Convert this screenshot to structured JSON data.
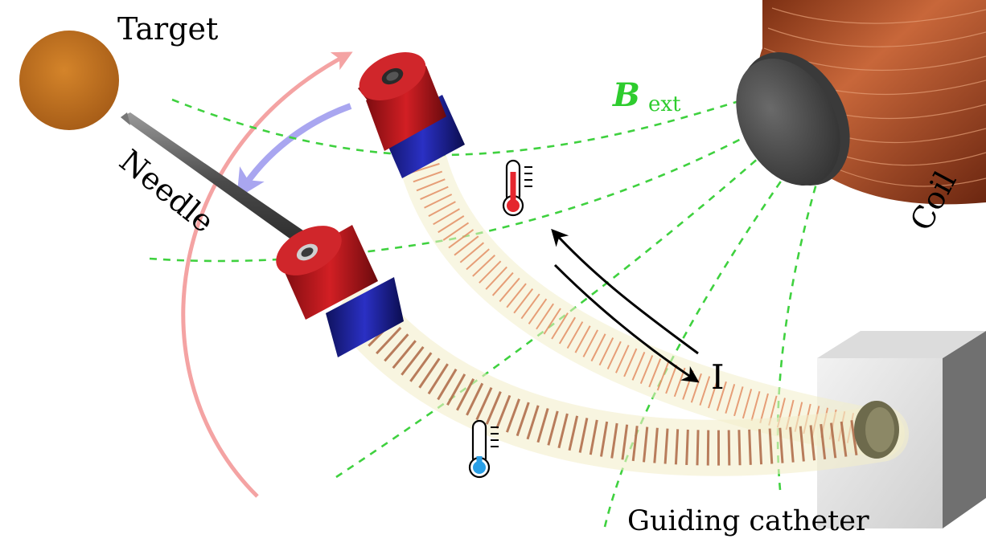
{
  "labels": {
    "target": "Target",
    "needle": "Needle",
    "field": "B",
    "field_subscript": "ext",
    "coil": "Coil",
    "current": "I",
    "catheter": "Guiding catheter"
  },
  "icons": {
    "hot": "thermometer-hot-icon",
    "cold": "thermometer-cold-icon"
  },
  "colors": {
    "field_lines": "#3fd13f",
    "field_label": "#2ecc2e",
    "magnet_north": "#c0171b",
    "magnet_south": "#1b1f9c",
    "copper": "#b5582a",
    "target": "#c8761e",
    "arc_forward": "#f4a3a3",
    "arc_back": "#a9a6f0",
    "hot": "#e5262e",
    "cold": "#2a9fe6"
  }
}
